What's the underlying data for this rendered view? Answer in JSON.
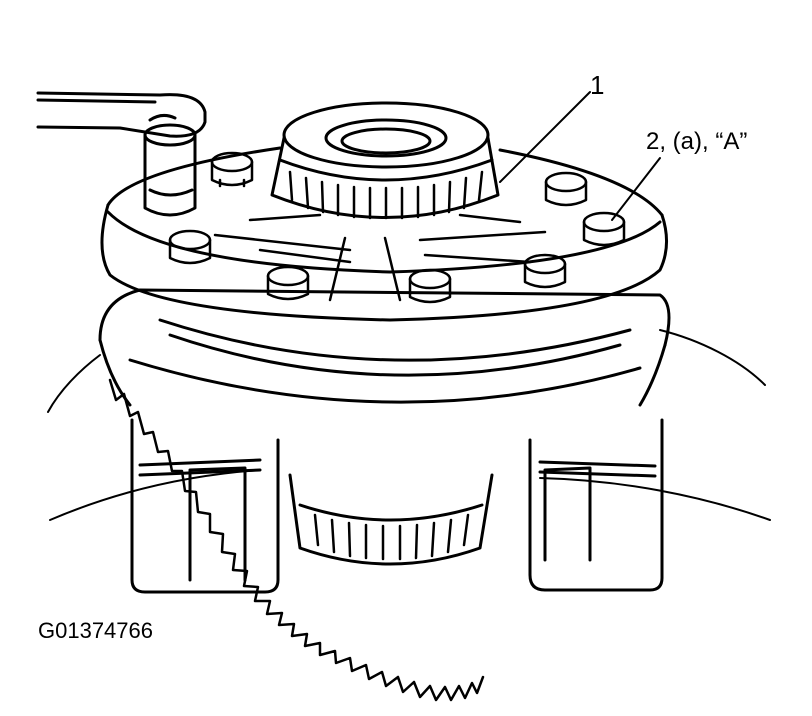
{
  "figure": {
    "id": "G01374766",
    "callouts": [
      {
        "text": "1"
      },
      {
        "text": "2, (a), “A”"
      }
    ]
  },
  "colors": {
    "ink": "#000000",
    "paper": "#ffffff",
    "shade": "#1a1a1a"
  },
  "parts": [
    "socket-wrench-handle",
    "ring-gear-bolt",
    "side-bearing",
    "differential-case-flange",
    "ring-gear",
    "carrier-support"
  ]
}
